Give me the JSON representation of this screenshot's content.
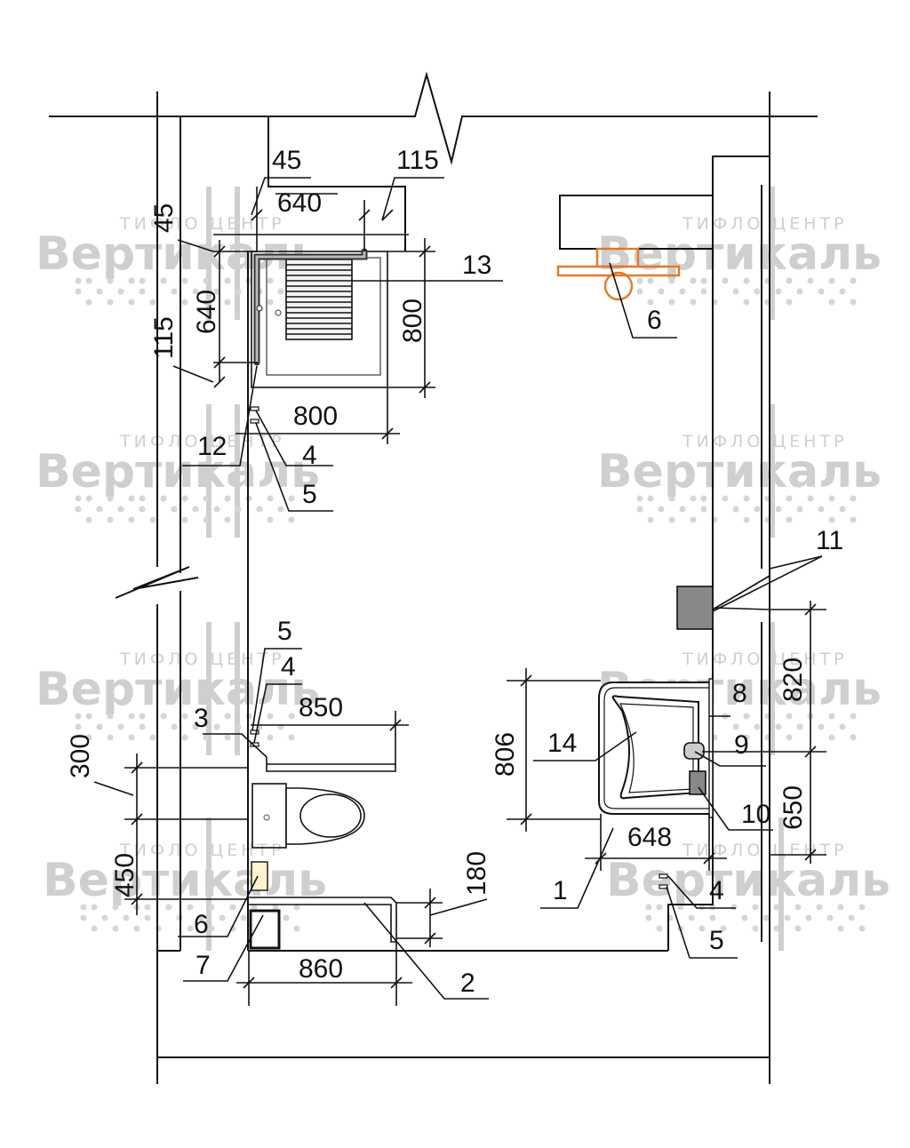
{
  "watermark": {
    "top_text": "ТИФЛО ЦЕНТР",
    "brand": "Вертикаль",
    "color": "#cfcfcf"
  },
  "dimensions": {
    "d45_top": "45",
    "d115_top": "115",
    "d640_top": "640",
    "d45_left": "45",
    "d640_left": "640",
    "d115_left": "115",
    "d800_right": "800",
    "d800_bottom": "800",
    "d850": "850",
    "d300": "300",
    "d450": "450",
    "d180": "180",
    "d860": "860",
    "d806": "806",
    "d648": "648",
    "d820": "820",
    "d650": "650"
  },
  "callouts": {
    "c13": "13",
    "c6_top": "6",
    "c12": "12",
    "c4_top": "4",
    "c5_top": "5",
    "c11": "11",
    "c5_mid": "5",
    "c4_mid": "4",
    "c3": "3",
    "c8": "8",
    "c14": "14",
    "c9": "9",
    "c10": "10",
    "c6_bottom": "6",
    "c7": "7",
    "c1": "1",
    "c2": "2",
    "c4_right": "4",
    "c5_right": "5"
  },
  "colors": {
    "line": "#111111",
    "accent_orange": "#e87722",
    "fixture_gray": "#777777"
  }
}
